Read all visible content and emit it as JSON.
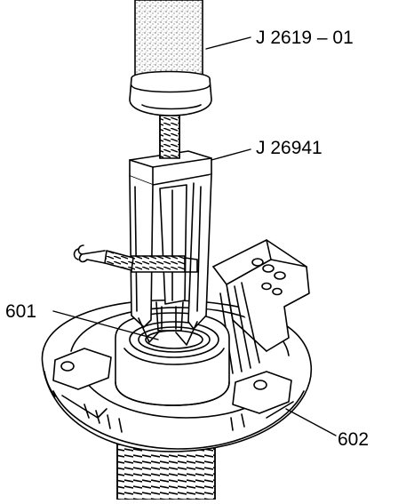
{
  "callouts": {
    "slide_hammer": "J 2619 – 01",
    "bearing_puller": "J 26941",
    "part_601": "601",
    "part_602": "602"
  },
  "colors": {
    "ink": "#000000",
    "paper": "#ffffff",
    "stipple": "#8a8a8a"
  }
}
